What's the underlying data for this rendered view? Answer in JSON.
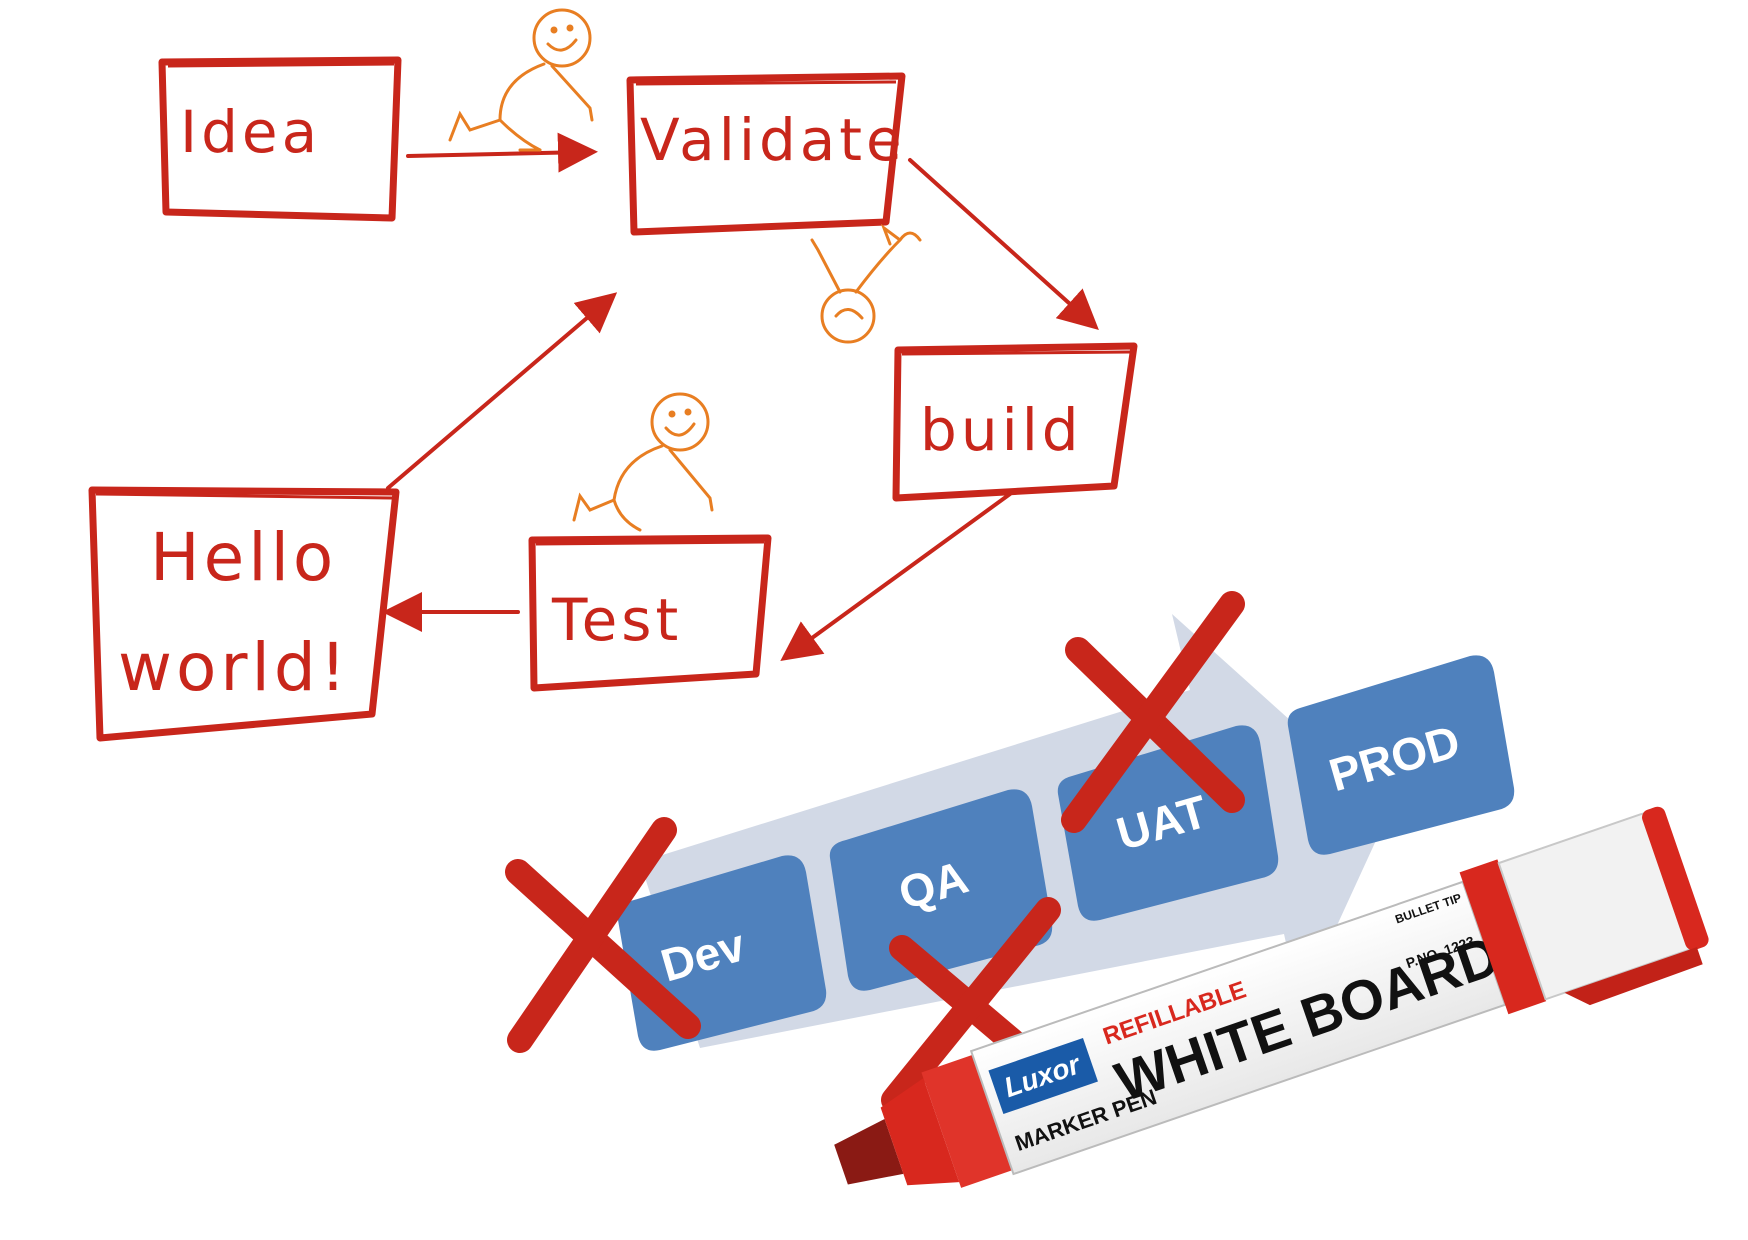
{
  "flow": {
    "idea": "Idea",
    "validate": "Validate",
    "build": "build",
    "test": "Test",
    "hello_line1": "Hello",
    "hello_line2": "world!"
  },
  "pipeline": {
    "dev": "Dev",
    "qa": "QA",
    "uat": "UAT",
    "prod": "PROD"
  },
  "marker": {
    "brand": "Luxor",
    "refillable": "REFILLABLE",
    "product": "WHITE BOARD",
    "type": "MARKER PEN",
    "part_no": "P.NO. 1223",
    "tip": "BULLET TIP"
  },
  "colors": {
    "marker_red": "#c8261b",
    "stick_figure_orange": "#e87e22",
    "stage_blue": "#4f81bd",
    "arrow_grey": "#d2d9e6"
  }
}
